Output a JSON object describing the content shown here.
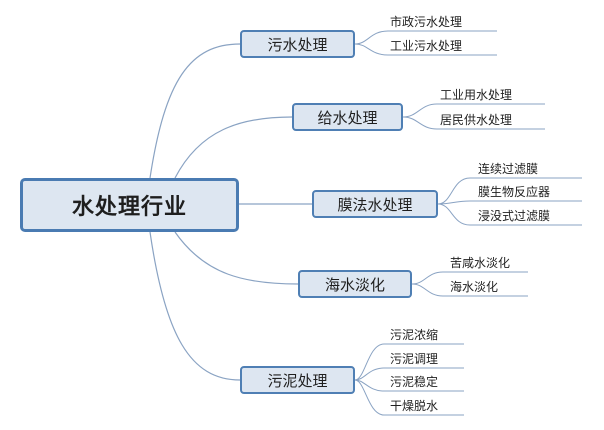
{
  "root": {
    "label": "水处理行业"
  },
  "branches": [
    {
      "label": "污水处理",
      "leaves": [
        "市政污水处理",
        "工业污水处理"
      ]
    },
    {
      "label": "给水处理",
      "leaves": [
        "工业用水处理",
        "居民供水处理"
      ]
    },
    {
      "label": "膜法水处理",
      "leaves": [
        "连续过滤膜",
        "膜生物反应器",
        "浸没式过滤膜"
      ]
    },
    {
      "label": "海水淡化",
      "leaves": [
        "苦咸水淡化",
        "海水淡化"
      ]
    },
    {
      "label": "污泥处理",
      "leaves": [
        "污泥浓缩",
        "污泥调理",
        "污泥稳定",
        "干燥脱水"
      ]
    }
  ],
  "colors": {
    "node_fill": "#dde6f1",
    "node_border": "#4f7fb4",
    "connector": "#8aa3c3"
  }
}
